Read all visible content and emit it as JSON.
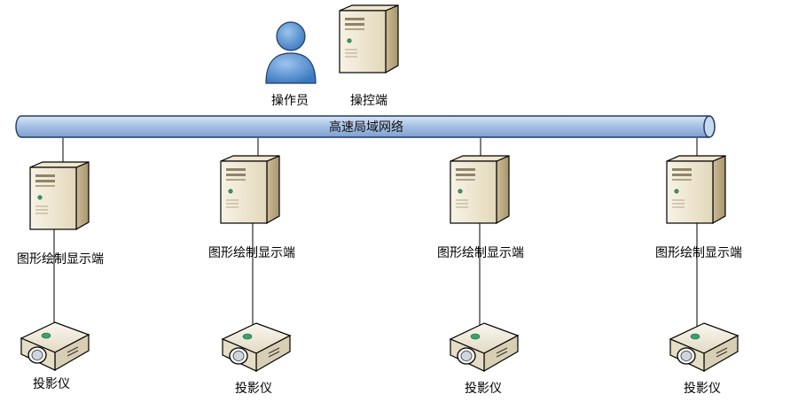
{
  "operator": {
    "label": "操作员"
  },
  "console": {
    "label": "操控端"
  },
  "network": {
    "label": "高速局域网络"
  },
  "render_nodes": [
    {
      "label": "图形绘制显示端",
      "projector_label": "投影仪"
    },
    {
      "label": "图形绘制显示端",
      "projector_label": "投影仪"
    },
    {
      "label": "图形绘制显示端",
      "projector_label": "投影仪"
    },
    {
      "label": "图形绘制显示端",
      "projector_label": "投影仪"
    }
  ],
  "colors": {
    "bus_fill": "#a9c3e6",
    "bus_stroke": "#1f3b63",
    "server_body": "#efe7d2",
    "server_side": "#c9b995",
    "person_fill": "#4b8bd0",
    "projector_body": "#ece6d6"
  }
}
